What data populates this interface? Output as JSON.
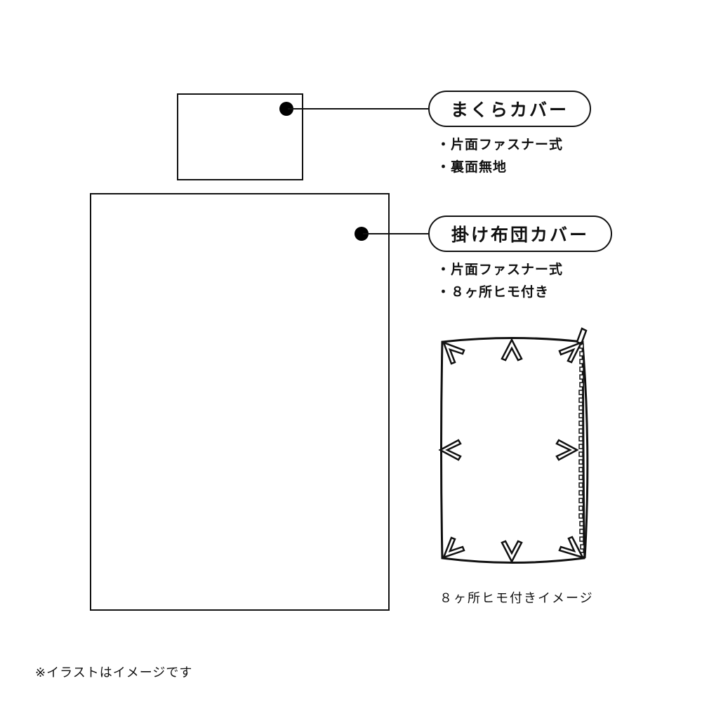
{
  "pillow_cover": {
    "title": "まくらカバー",
    "features": [
      "・片面ファスナー式",
      "・裏面無地"
    ]
  },
  "duvet_cover": {
    "title": "掛け布団カバー",
    "features": [
      "・片面ファスナー式",
      "・８ヶ所ヒモ付き"
    ]
  },
  "tie_illustration": {
    "caption": "８ヶ所ヒモ付きイメージ",
    "tie_count": 8
  },
  "footnote": "※イラストはイメージです",
  "colors": {
    "line": "#111111",
    "background": "#ffffff"
  }
}
